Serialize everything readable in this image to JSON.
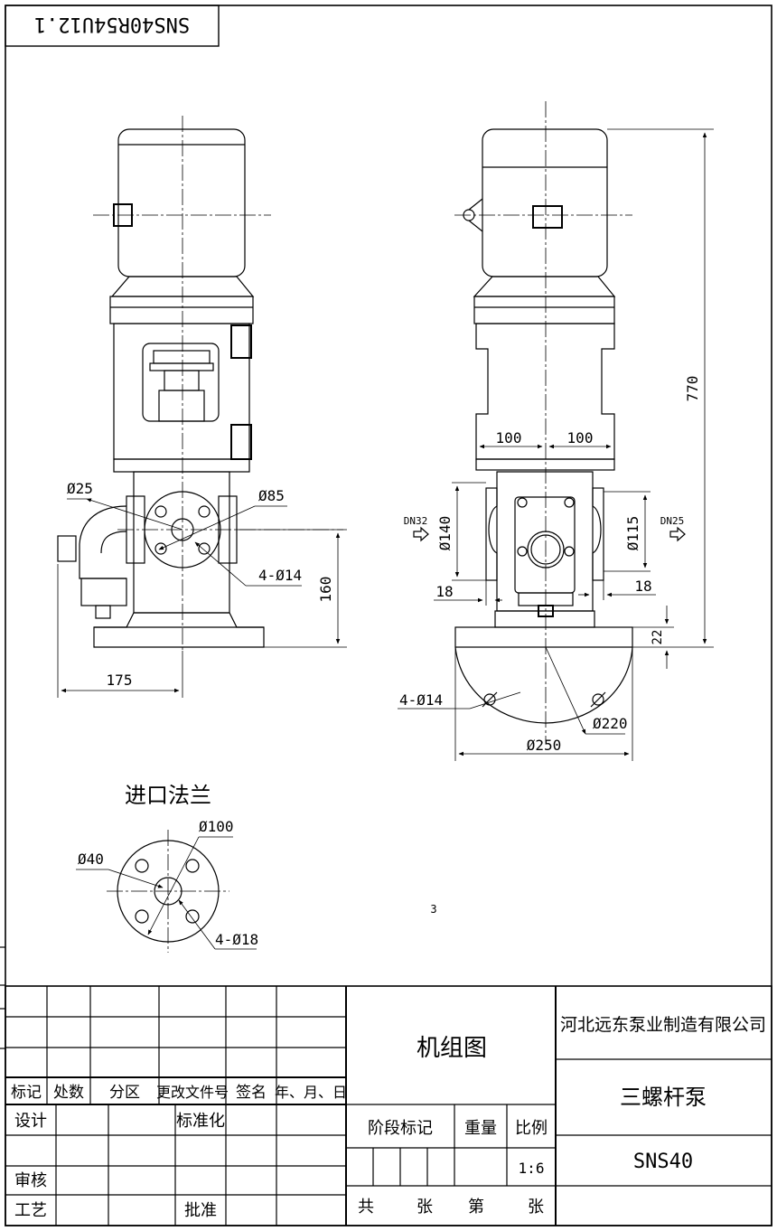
{
  "drawing_number": "SNS40R54U12.1",
  "page_marker": "3",
  "front_view": {
    "dims": {
      "inlet_bore": "Ø25",
      "flange_pcd": "Ø85",
      "bolt_holes": "4-Ø14",
      "height": "160",
      "offset": "175"
    }
  },
  "side_view": {
    "inlet_dn": "DN32",
    "outlet_dn": "DN25",
    "dims": {
      "left_100": "100",
      "right_100": "100",
      "inlet_flange": "Ø140",
      "outlet_flange": "Ø115",
      "left_18": "18",
      "right_18": "18",
      "total_height": "770",
      "base_thk": "22",
      "bolt_holes": "4-Ø14",
      "base_pcd": "Ø220",
      "base_dia": "Ø250"
    }
  },
  "inlet_flange": {
    "title": "进口法兰",
    "dims": {
      "outer": "Ø100",
      "bore": "Ø40",
      "holes": "4-Ø18"
    }
  },
  "title_block": {
    "company": "河北远东泵业制造有限公司",
    "drawing_title": "机组图",
    "product": "三螺杆泵",
    "model": "SNS40",
    "scale_label": "比例",
    "scale_value": "1:6",
    "stage_label": "阶段标记",
    "weight_label": "重量",
    "revision_headers": [
      "标记",
      "处数",
      "分区",
      "更改文件号",
      "签名",
      "年、月、日"
    ],
    "design": "设计",
    "standardize": "标准化",
    "review": "审核",
    "process": "工艺",
    "approve": "批准",
    "total": "共",
    "sheets": "张",
    "nth": "第",
    "sheet": "张"
  }
}
